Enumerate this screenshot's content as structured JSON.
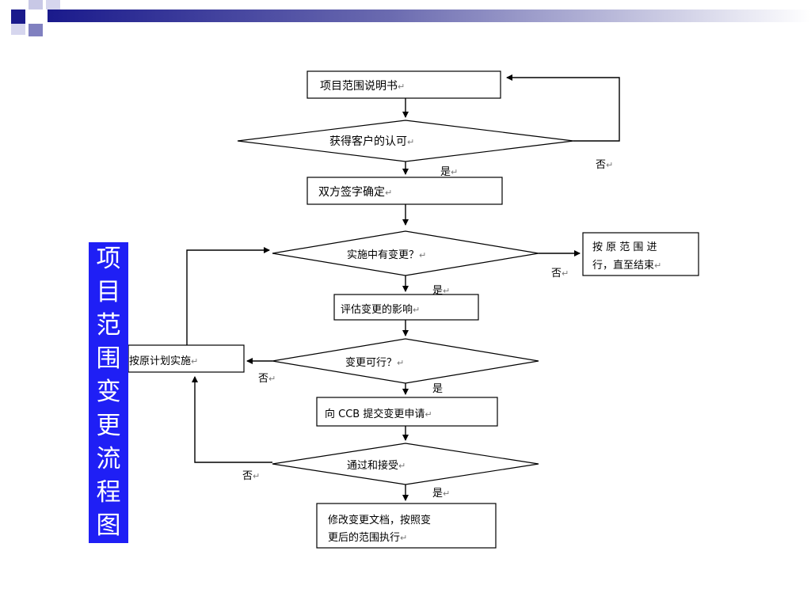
{
  "slide": {
    "vertical_title": [
      "项",
      "目",
      "范",
      "围",
      "变",
      "更",
      "流",
      "程",
      "图"
    ]
  },
  "nodes": {
    "scope_statement": "项目范围说明书",
    "customer_approval": "获得客户的认可",
    "both_sign": "双方签字确定",
    "change_in_execution": "实施中有变更？",
    "continue_original_line1": "按 原 范 围 进",
    "continue_original_line2": "行，直至结束",
    "assess_impact": "评估变更的影响",
    "change_feasible": "变更可行？",
    "follow_original_plan": "按原计划实施",
    "submit_ccb": "向 CCB 提交变更申请",
    "pass_accept": "通过和接受",
    "modify_docs_line1": "修改变更文档，按照变",
    "modify_docs_line2": "更后的范围执行"
  },
  "labels": {
    "yes": "是",
    "no": "否",
    "return_mark": "↵"
  },
  "colors": {
    "title_bg": "#1f1ff5",
    "header_dark": "#1a1a8c",
    "header_light": "#ffffff"
  }
}
